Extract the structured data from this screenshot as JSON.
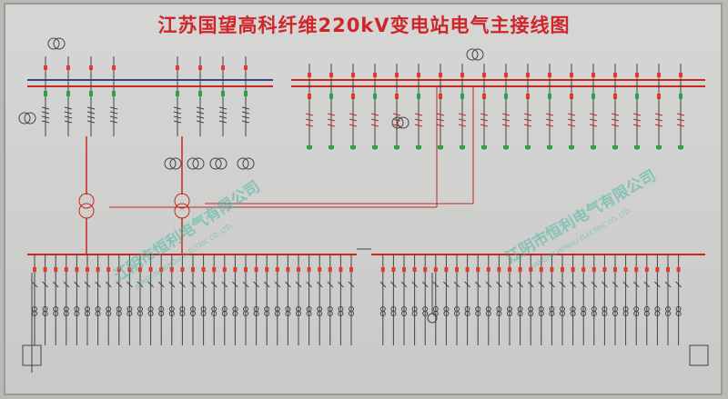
{
  "title": "江苏国望高科纤维220kV变电站电气主接线图",
  "watermark": "江阴市恒利电气有限公司",
  "watermark_en": "JIANGYIN HENGLI ELECTRIC CO.,LTD.",
  "colors": {
    "title": "#d0252a",
    "bus_red": "#c8281f",
    "bus_blue": "#3a3f8f",
    "line_red": "#c8281f",
    "line_dark": "#444444",
    "switch_green": "#2ea046",
    "switch_red": "#e43a2a",
    "watermark": "#4ab8a8"
  },
  "icons": {
    "transformer": "double-circle",
    "breaker": "small-square",
    "disconnector": "angled-line",
    "arrester": "zigzag",
    "current_transformer": "coil"
  }
}
